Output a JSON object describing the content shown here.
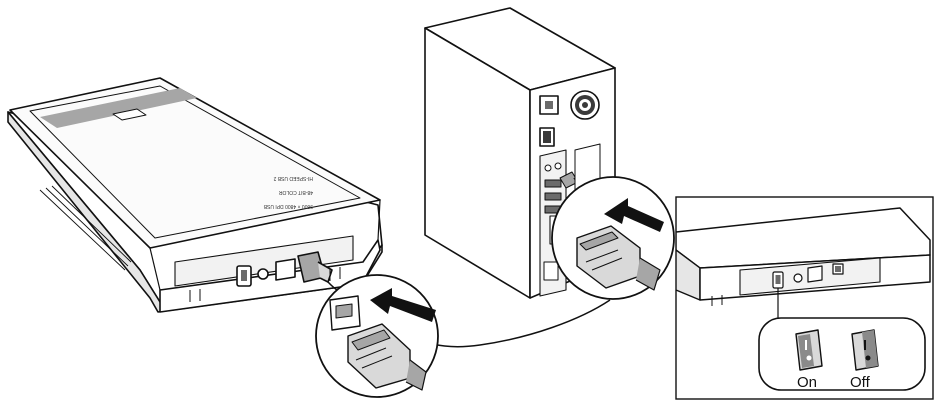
{
  "scanner": {
    "label_line_1": "9600 × 4800 DPI USB",
    "label_line_2": "48-BIT COLOR",
    "label_line_3": "HI-SPEED USB 2"
  },
  "switch": {
    "on_label": "On",
    "off_label": "Off"
  },
  "colors": {
    "stroke": "#111111",
    "light_gray": "#d9d9d9",
    "mid_gray": "#a6a6a6",
    "dark_gray": "#6b6b6b"
  }
}
